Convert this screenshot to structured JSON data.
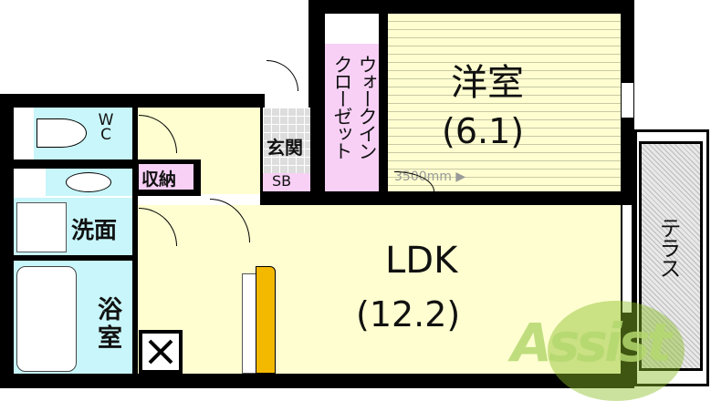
{
  "rooms": {
    "western": {
      "label": "洋室",
      "size": "(6.1)"
    },
    "ldk": {
      "label": "LDK",
      "size": "(12.2)"
    },
    "closet": {
      "col1": "ウォークイン",
      "col2": "クローゼット"
    },
    "entrance": "玄関",
    "shoe_box": "SB",
    "storage": "収納",
    "washroom": "洗面",
    "bathroom": "浴室",
    "toilet": "WC",
    "terrace": "テラス"
  },
  "dimension": "3500mm ▶",
  "watermark": "Assist",
  "colors": {
    "ldk": "#fefed0",
    "wet": "#c8f6fa",
    "closet": "#f8d0f6",
    "wall": "#000000",
    "watermark": "#9ccc3c"
  }
}
